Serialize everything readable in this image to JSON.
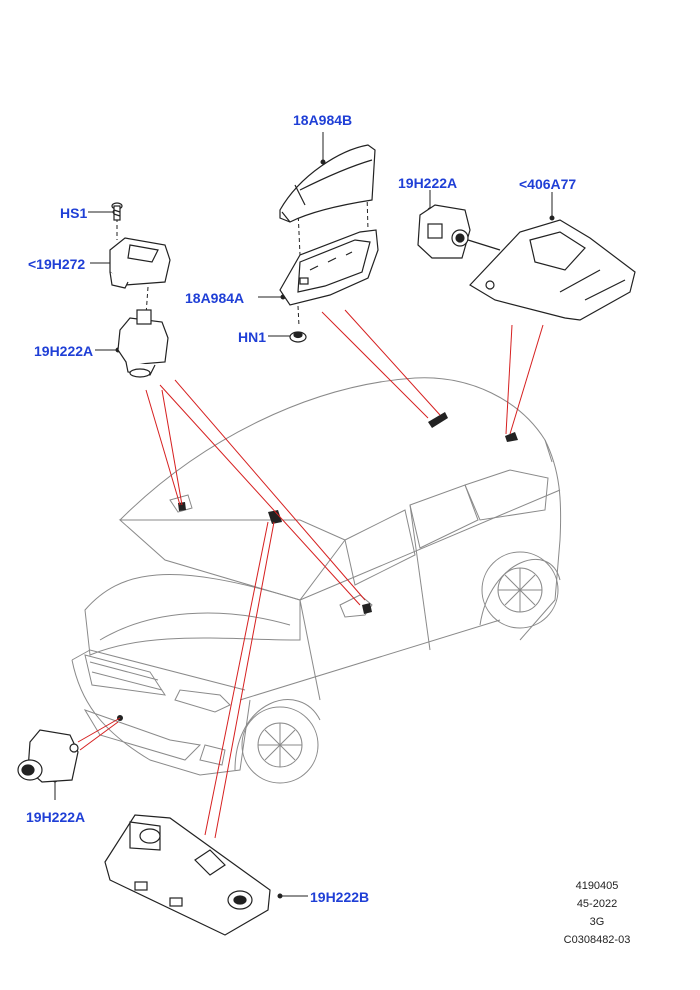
{
  "callouts": {
    "antenna_cover": "18A984B",
    "antenna_base": "18A984A",
    "nut_hn1": "HN1",
    "screw_hs1": "HS1",
    "bracket_19h272": "<19H272",
    "camera_mirror": "19H222A",
    "camera_rear": "19H222A",
    "bracket_406a77": "<406A77",
    "camera_front": "19H222A",
    "camera_windscreen": "19H222B"
  },
  "reference": {
    "line1": "4190405",
    "line2": "45-2022",
    "line3": "3G",
    "line4": "C0308482-03"
  },
  "colors": {
    "callout": "#1f3fd6",
    "leader_red": "#d62020",
    "outline": "#222222",
    "vehicle": "#8a8a8a"
  }
}
